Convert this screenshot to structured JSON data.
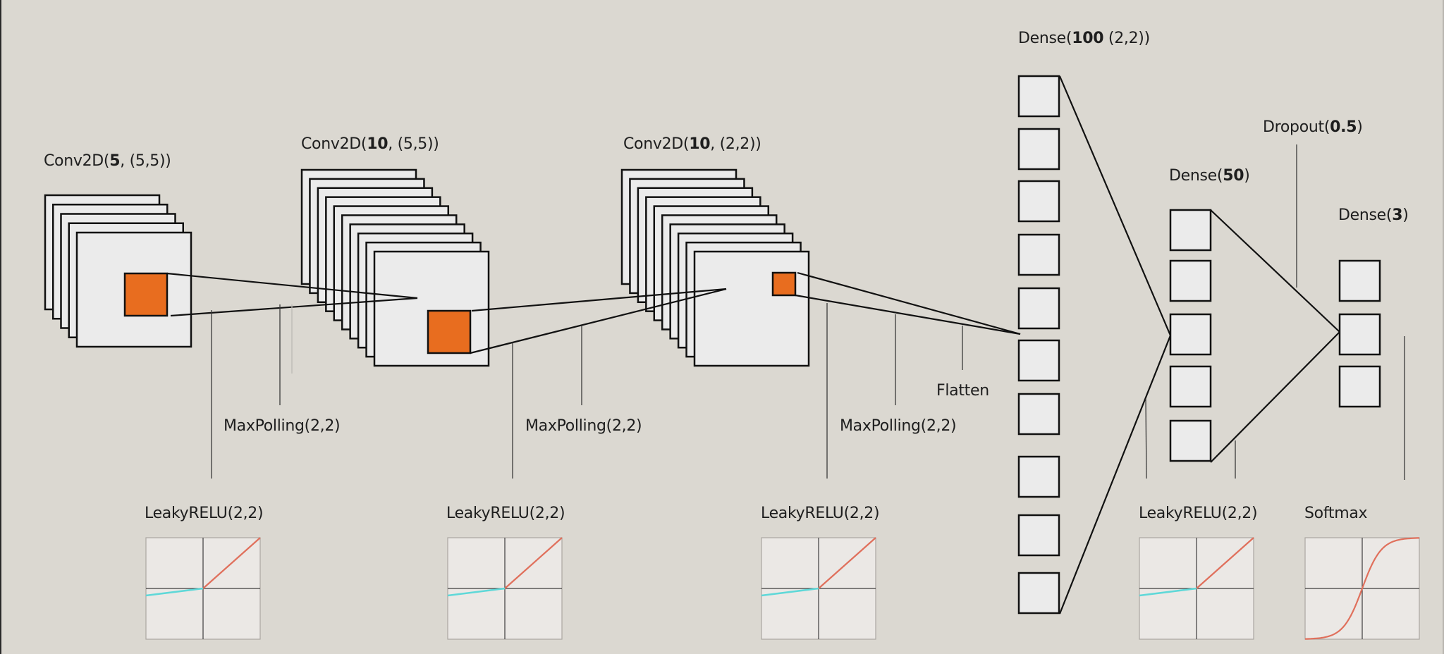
{
  "diagram": {
    "title": "CNN architecture",
    "layers": {
      "conv1": {
        "prefix": "Conv2D(",
        "bold": "5",
        "suffix": ", (5,5))",
        "feature_maps": 5
      },
      "conv2": {
        "prefix": "Conv2D(",
        "bold": "10",
        "suffix": ", (5,5))",
        "feature_maps": 10
      },
      "conv3": {
        "prefix": "Conv2D(",
        "bold": "10",
        "suffix": ", (2,2))",
        "feature_maps": 10
      },
      "dense1": {
        "prefix": "Dense(",
        "bold": "100",
        "suffix": " (2,2))",
        "units_drawn": 10
      },
      "dense2": {
        "prefix": "Dense(",
        "bold": "50",
        "suffix": ")",
        "units_drawn": 5
      },
      "dropout": {
        "prefix": "Dropout(",
        "bold": "0.5",
        "suffix": ")"
      },
      "dense3": {
        "prefix": "Dense(",
        "bold": "3",
        "suffix": ")",
        "units_drawn": 3
      }
    },
    "operations": {
      "maxpool1": "MaxPolling(2,2)",
      "maxpool2": "MaxPolling(2,2)",
      "maxpool3": "MaxPolling(2,2)",
      "flatten": "Flatten"
    },
    "activations": [
      {
        "label": "LeakyRELU(2,2)",
        "type": "leaky_relu"
      },
      {
        "label": "LeakyRELU(2,2)",
        "type": "leaky_relu"
      },
      {
        "label": "LeakyRELU(2,2)",
        "type": "leaky_relu"
      },
      {
        "label": "LeakyRELU(2,2)",
        "type": "leaky_relu"
      },
      {
        "label": "Softmax",
        "type": "sigmoid"
      }
    ],
    "colors": {
      "background": "#dbd8d1",
      "feature_map": "#ebebeb",
      "filter": "#e86d1f",
      "positive_curve": "#e0705c",
      "negative_curve": "#5fd8d8"
    }
  }
}
